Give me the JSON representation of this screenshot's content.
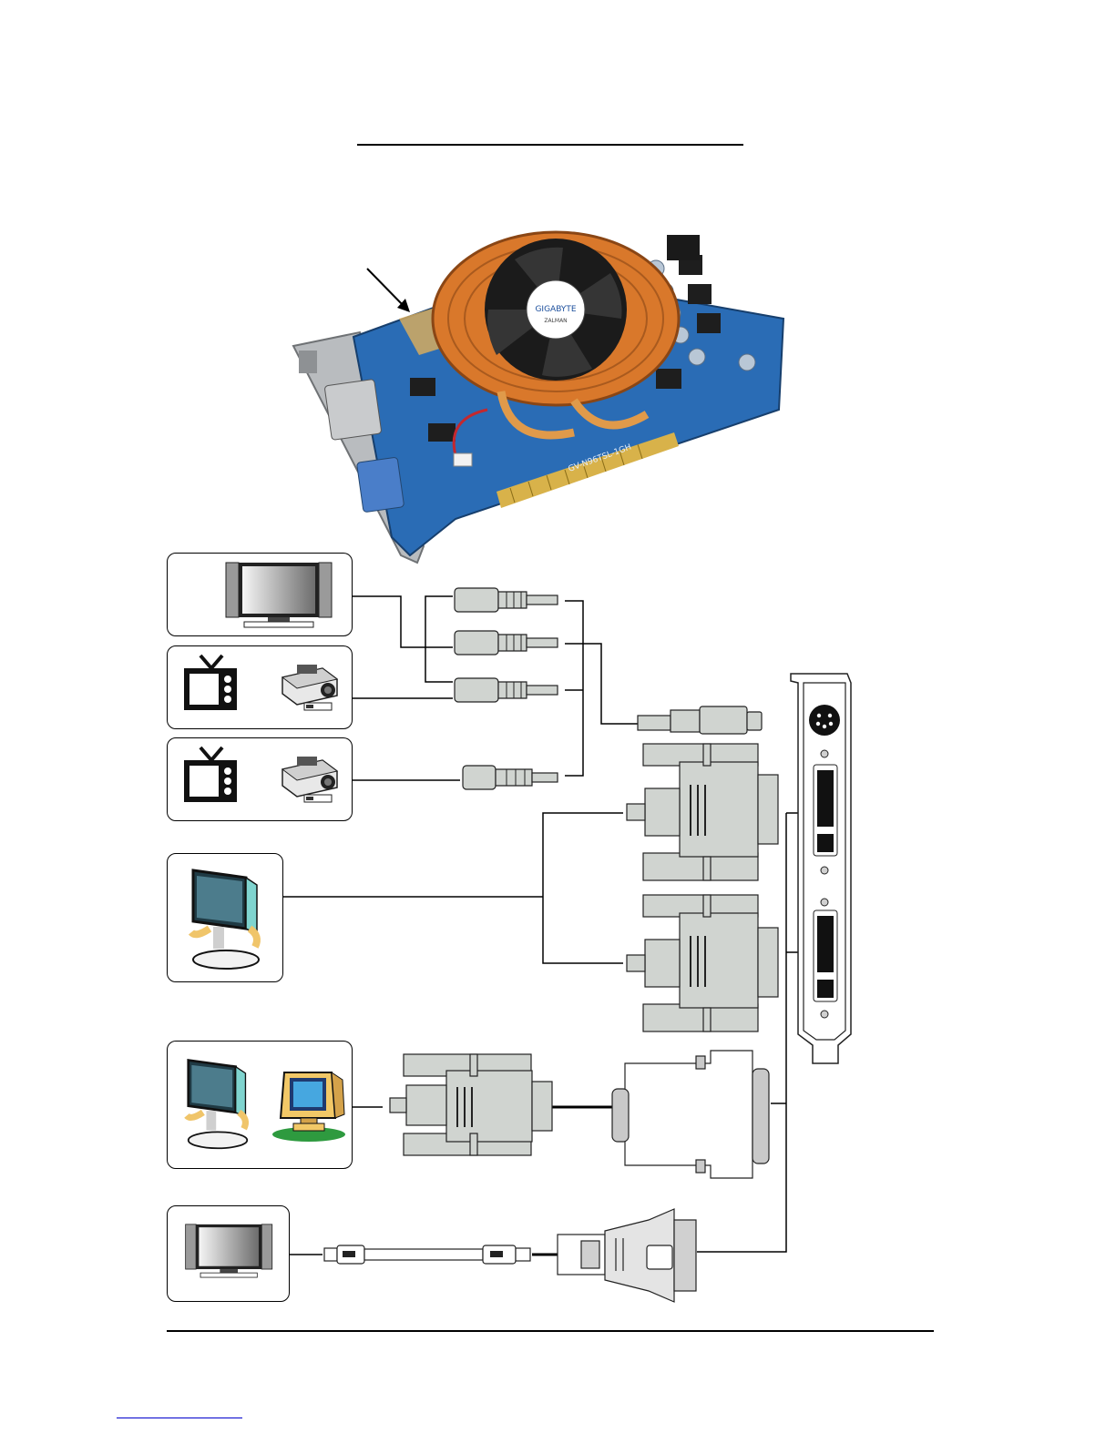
{
  "figure": {
    "card_brand": "GIGABYTE",
    "card_model": "GV-N96TSL-1GH",
    "card_badge": "ZALMAN"
  },
  "colors": {
    "pcb_blue": "#2a6cb5",
    "cooler_copper": "#d9782b",
    "fan_black": "#1b1b1b",
    "connector_gray": "#d0d4d0",
    "frame_black": "#000000"
  },
  "icons": [
    "lcd-tv-icon",
    "crt-tv-icon",
    "projector-icon",
    "flat-monitor-icon",
    "crt-monitor-icon",
    "svideo-connector-icon",
    "dvi-connector-icon",
    "vga-connector-icon",
    "dvi-to-vga-adapter-icon",
    "hdmi-cable-icon",
    "dvi-to-hdmi-adapter-icon",
    "io-bracket-icon",
    "graphics-card-image"
  ]
}
